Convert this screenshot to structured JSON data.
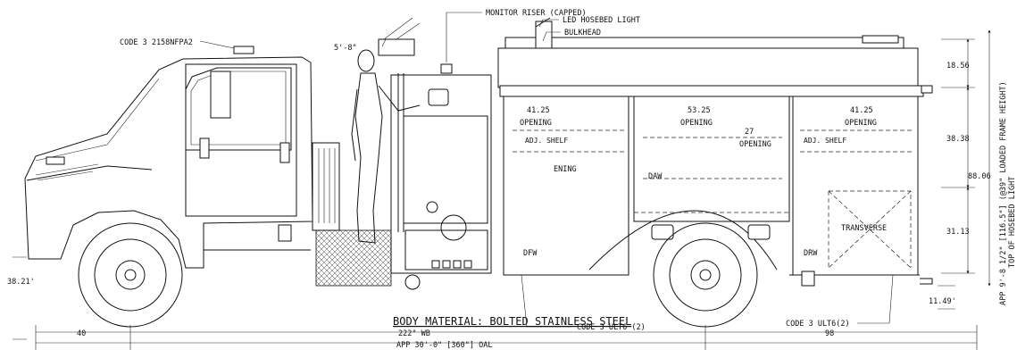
{
  "callouts": {
    "lightbar": "CODE 3 2158NFPA2",
    "monitor": "MONITOR RISER (CAPPED)",
    "hosebed_light": "LED HOSEBED LIGHT",
    "bulkhead": "BULKHEAD",
    "person_height": "5'-8\"",
    "ult6_left": "CODE 3 ULT6 (2)",
    "ult6_right": "CODE 3 ULT6(2)"
  },
  "compartments": {
    "left_width": "41.25",
    "center_width": "53.25",
    "right_width": "41.25",
    "opening": "OPENING",
    "center_opening_height": "27",
    "adj_shelf": "ADJ. SHELF",
    "opening_partial": "ENING",
    "daw": "DAW",
    "dfw": "DFW",
    "drw": "DRW",
    "transverse": "TRANSVERSE"
  },
  "dimensions": {
    "top_of_hosebed": "18.56",
    "upper_compartment": "38.38",
    "lower_compartment": "31.13",
    "total_height": "88.06",
    "front_approach": "38.21'",
    "rear_departure": "11.49'",
    "front_overhang": "40",
    "wheelbase": "222\" WB",
    "rear_overhang": "98",
    "overall_length": "APP 30'-0\" [360\"] OAL"
  },
  "vertical_note": {
    "line1": "APP 9'-8 1/2\" [116.5\"] (@39\" LOADED FRAME HEIGHT)",
    "line2": "TOP OF HOSEBED LIGHT"
  },
  "body_material": "BODY MATERIAL: BOLTED STAINLESS STEEL"
}
